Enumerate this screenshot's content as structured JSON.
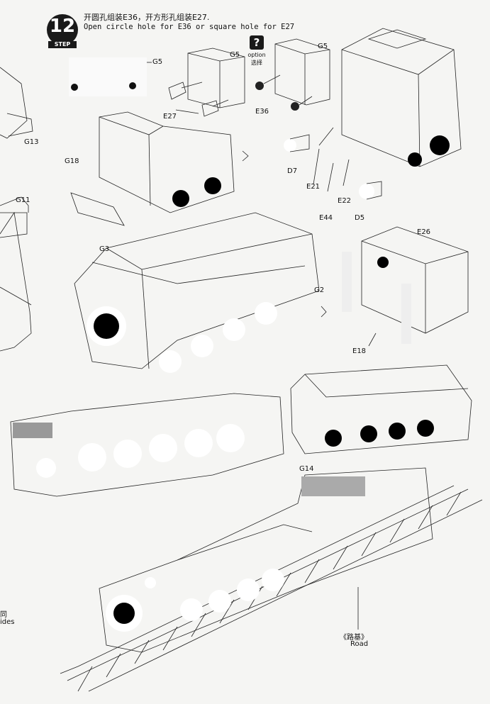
{
  "step": {
    "number": "12",
    "word": "STEP",
    "instruction_cn": "开圆孔组装E36，开方形孔组装E27.",
    "instruction_en": "Open circle hole for E36 or square hole for E27"
  },
  "option_badge": {
    "symbol": "?",
    "label_en": "option",
    "label_cn": "选择"
  },
  "part_labels": {
    "g5_a": "G5",
    "g5_b": "G5",
    "g5_c": "G5",
    "e27": "E27",
    "e36": "E36",
    "g13": "G13",
    "g18": "G18",
    "g11": "G11",
    "d7": "D7",
    "e21": "E21",
    "e44": "E44",
    "e22": "E22",
    "d5": "D5",
    "e26": "E26",
    "g3": "G3",
    "g2": "G2",
    "e18": "E18",
    "g14": "G14"
  },
  "road_label": {
    "cn": "《路基》",
    "en": "Road"
  },
  "edge_text": {
    "cn_fragment": "同",
    "en_fragment": "ides"
  }
}
